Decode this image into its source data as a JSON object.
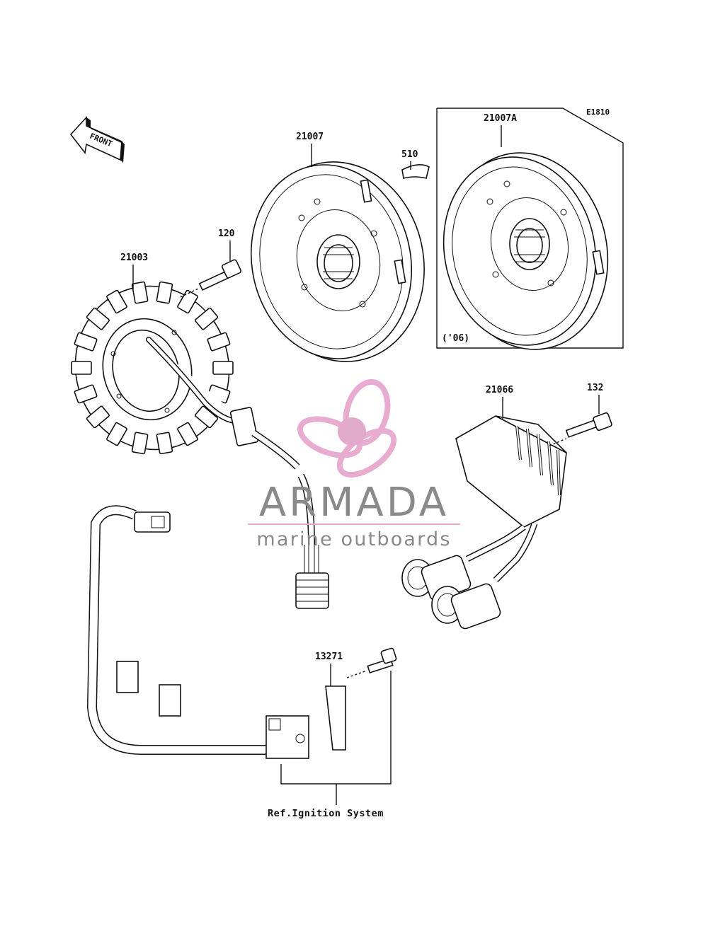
{
  "diagram": {
    "code": "E1810",
    "front_label": "FRONT",
    "variant_note": "('06)",
    "reference_note": "Ref.Ignition System",
    "parts": [
      {
        "id": "stator",
        "number": "21003"
      },
      {
        "id": "bolt-stator",
        "number": "120"
      },
      {
        "id": "flywheel",
        "number": "21007"
      },
      {
        "id": "woodruff-key",
        "number": "510"
      },
      {
        "id": "flywheel-alt",
        "number": "21007A"
      },
      {
        "id": "regulator",
        "number": "21066"
      },
      {
        "id": "bolt-regulator",
        "number": "132"
      },
      {
        "id": "bolt-pickup",
        "number": "13271"
      }
    ]
  },
  "watermark": {
    "brand": "ARMADA",
    "tagline": "marine outboards",
    "logo_color": "#e0a6c8",
    "text_color": "#8a8a8a",
    "accent_color": "#e7a8cf"
  }
}
